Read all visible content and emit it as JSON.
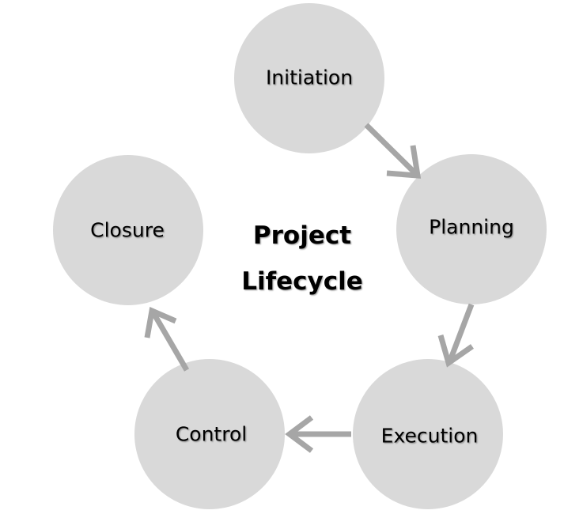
{
  "diagram": {
    "title": {
      "line1": "Project",
      "line2": "Lifecycle"
    },
    "nodes": [
      {
        "id": "initiation",
        "label": "Initiation"
      },
      {
        "id": "planning",
        "label": "Planning"
      },
      {
        "id": "execution",
        "label": "Execution"
      },
      {
        "id": "control",
        "label": "Control"
      },
      {
        "id": "closure",
        "label": "Closure"
      }
    ],
    "edges": [
      {
        "from": "initiation",
        "to": "planning"
      },
      {
        "from": "planning",
        "to": "execution"
      },
      {
        "from": "execution",
        "to": "control"
      },
      {
        "from": "control",
        "to": "closure"
      }
    ],
    "colors": {
      "circle_fill": "#d9d9d9",
      "arrow": "#a6a6a6",
      "text": "#000000",
      "background": "#ffffff"
    }
  }
}
